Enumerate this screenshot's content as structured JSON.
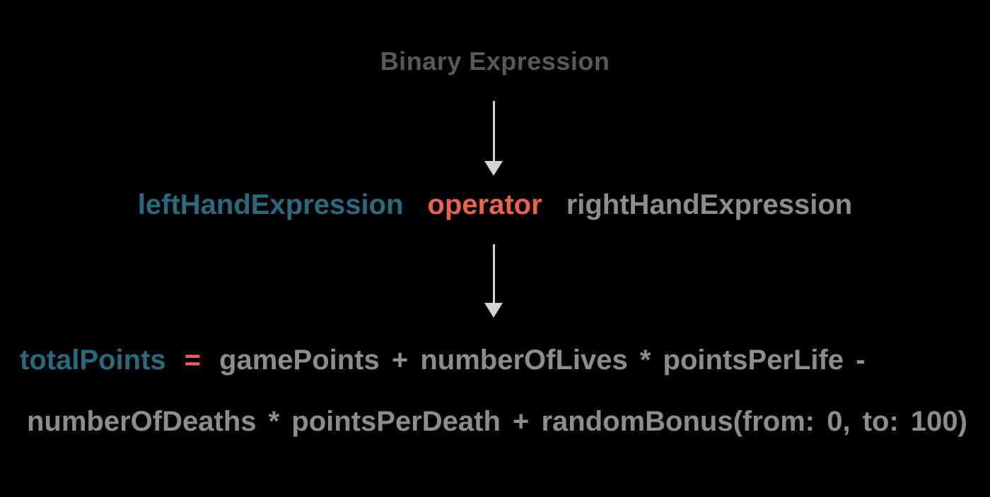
{
  "diagram": {
    "title": "Binary Expression",
    "pattern": {
      "left": "leftHandExpression",
      "operator": "operator",
      "right": "rightHandExpression"
    },
    "example": {
      "lhs": "totalPoints",
      "assign": "=",
      "rhs_line1": "gamePoints + numberOfLives * pointsPerLife -",
      "rhs_line2": "numberOfDeaths * pointsPerDeath + randomBonus(from: 0, to: 100)"
    },
    "icons": {
      "arrow1": "down-arrow-icon",
      "arrow2": "down-arrow-icon"
    },
    "colors": {
      "background": "#000000",
      "title": "#595959",
      "identifier_teal": "#276b80",
      "operator_coral": "#f0614c",
      "text_gray": "#8d8d8d",
      "arrow": "#d4d4d4"
    }
  }
}
